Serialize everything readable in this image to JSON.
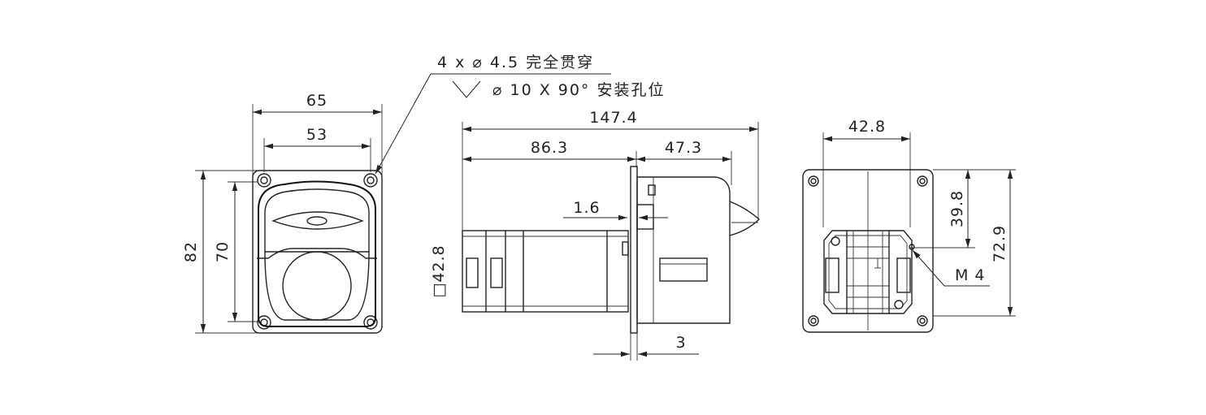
{
  "notes": {
    "through_holes": "4 x ⌀ 4.5 完全贯穿",
    "countersink": "⌀ 10 X 90° 安装孔位"
  },
  "front_view": {
    "width_outer": "65",
    "width_holes": "53",
    "height_outer": "82",
    "height_holes": "70"
  },
  "side_view": {
    "total_length": "147.4",
    "motor_length": "86.3",
    "head_length": "47.3",
    "flange_gap": "1.6",
    "flange_thickness": "3",
    "motor_square": "□42.8"
  },
  "rear_view": {
    "width": "42.8",
    "height_to_axis": "39.8",
    "height_total": "72.9",
    "thread": "M 4"
  }
}
